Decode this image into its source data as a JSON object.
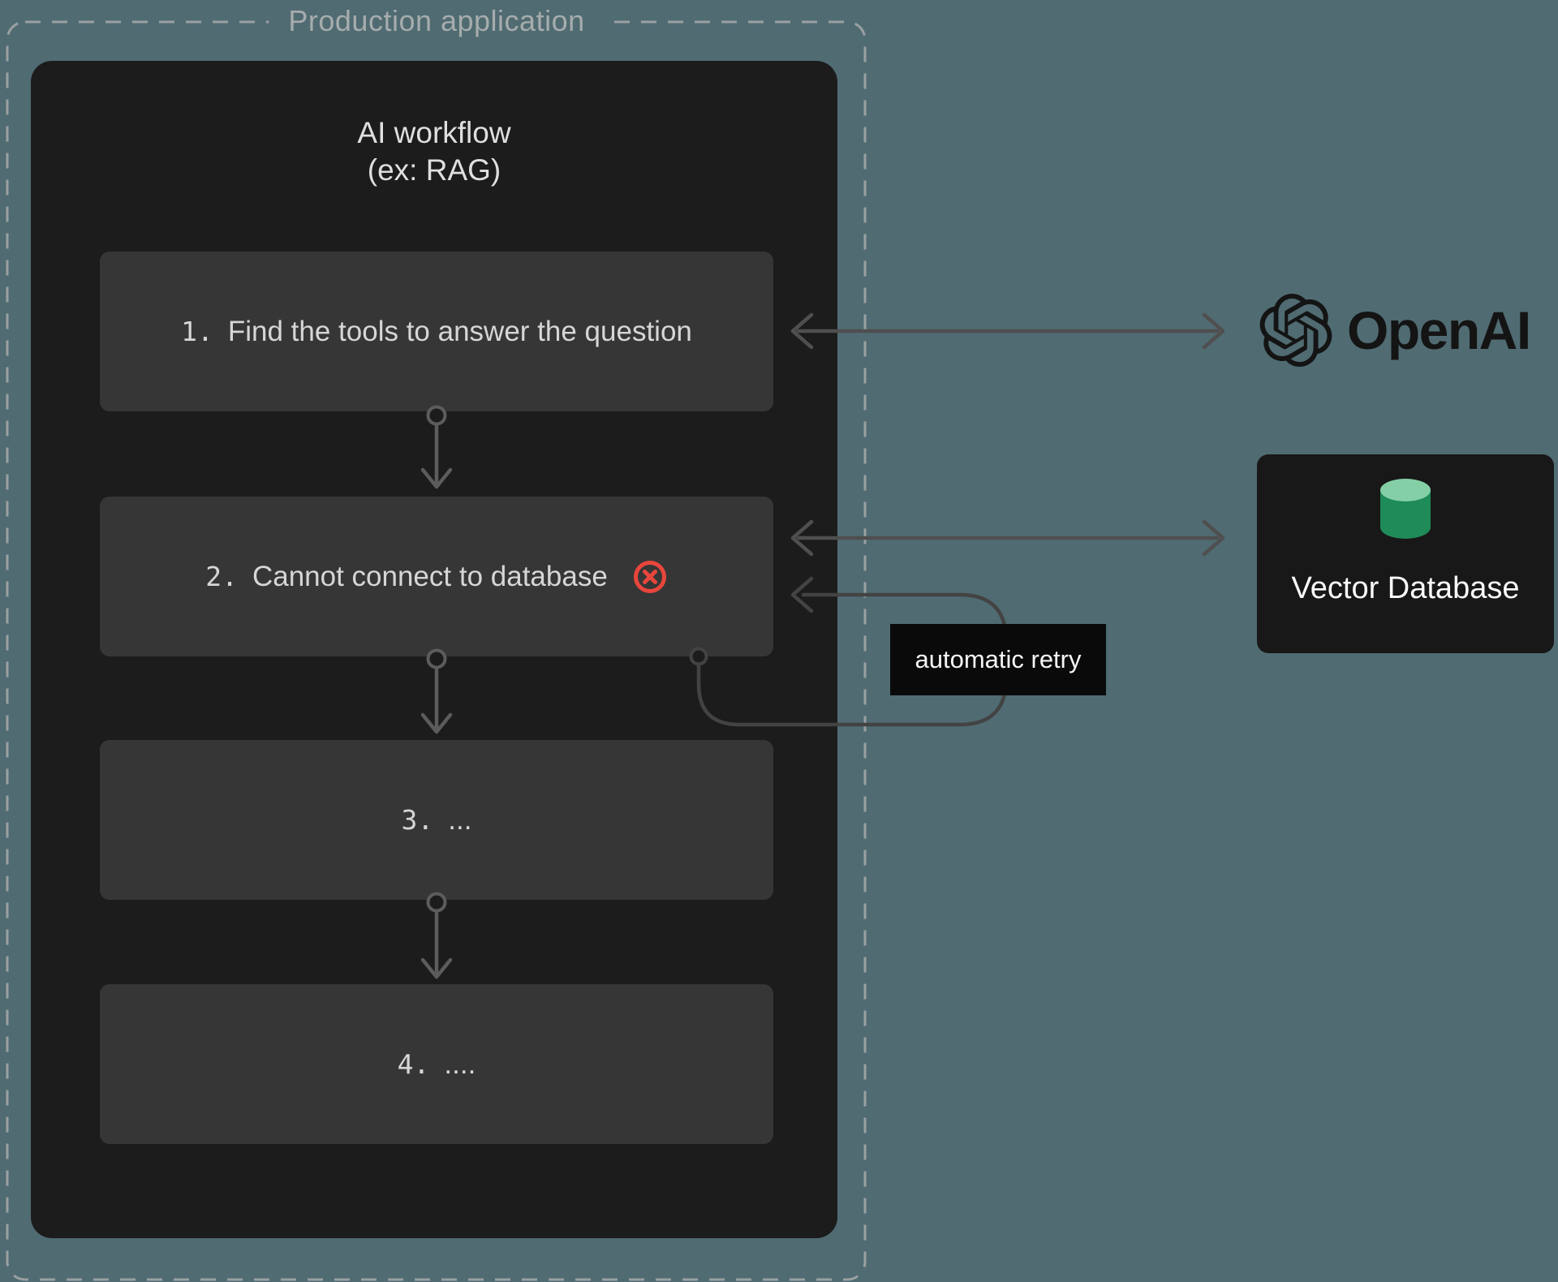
{
  "colors": {
    "bg-teal": "#506b72",
    "dash-border": "#9aa0a1",
    "container-bg": "#1c1c1c",
    "step-bg": "#363636",
    "step-text": "#d6d6d6",
    "title-text": "#dfdfdf",
    "muted-label": "#a6acad",
    "arrow-gray": "#4f4f4f",
    "connector-gray": "#5c5c5c",
    "retry-curve": "#434343",
    "error-red": "#e8463c",
    "retry-label-bg": "#0a0a0a",
    "retry-label-text": "#f5f5f5",
    "openai-black": "#141414",
    "vectordb-bg": "#181818",
    "vectordb-text": "#fafafa",
    "db-green-top": "#85cfa6",
    "db-green-body": "#1e8b58"
  },
  "outer": {
    "label": "Production application"
  },
  "workflow": {
    "title_line1": "AI workflow",
    "title_line2": "(ex: RAG)",
    "steps": [
      {
        "num": "1.",
        "label": "Find the tools to answer the question"
      },
      {
        "num": "2.",
        "label": "Cannot connect to database"
      },
      {
        "num": "3.",
        "label": "..."
      },
      {
        "num": "4.",
        "label": "...."
      }
    ]
  },
  "annotations": {
    "retry_label": "automatic retry"
  },
  "services": {
    "openai": {
      "name": "OpenAI"
    },
    "vector_db": {
      "name": "Vector Database"
    }
  }
}
